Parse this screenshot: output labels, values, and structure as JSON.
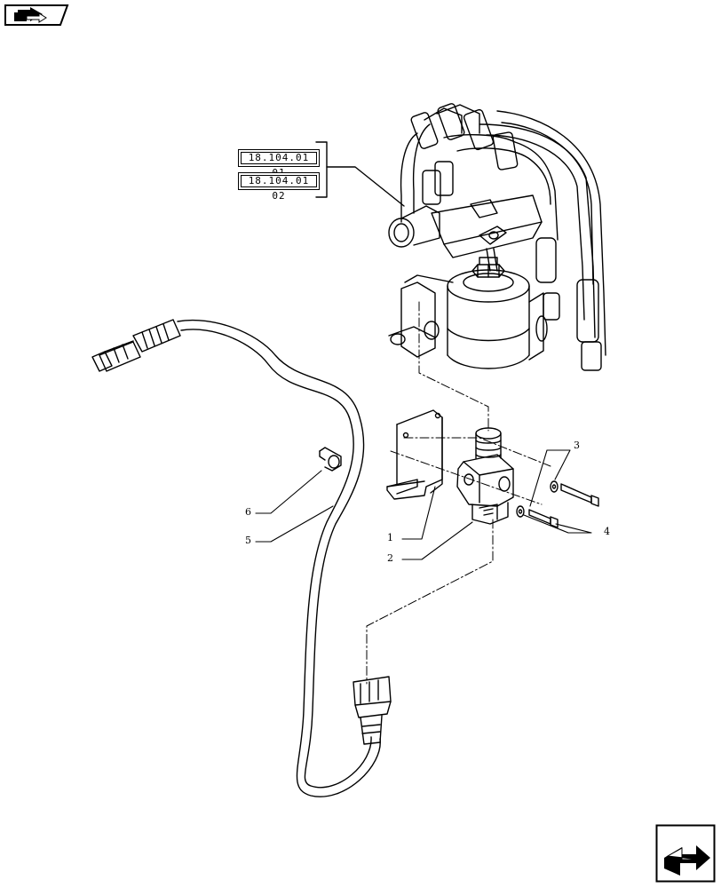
{
  "references": [
    {
      "code": "18.104.01 01"
    },
    {
      "code": "18.104.01 02"
    }
  ],
  "callouts": [
    {
      "number": "1"
    },
    {
      "number": "2"
    },
    {
      "number": "3"
    },
    {
      "number": "4"
    },
    {
      "number": "5"
    },
    {
      "number": "6"
    }
  ],
  "icons": {
    "prev": "previous-page-icon",
    "next": "next-page-icon"
  }
}
